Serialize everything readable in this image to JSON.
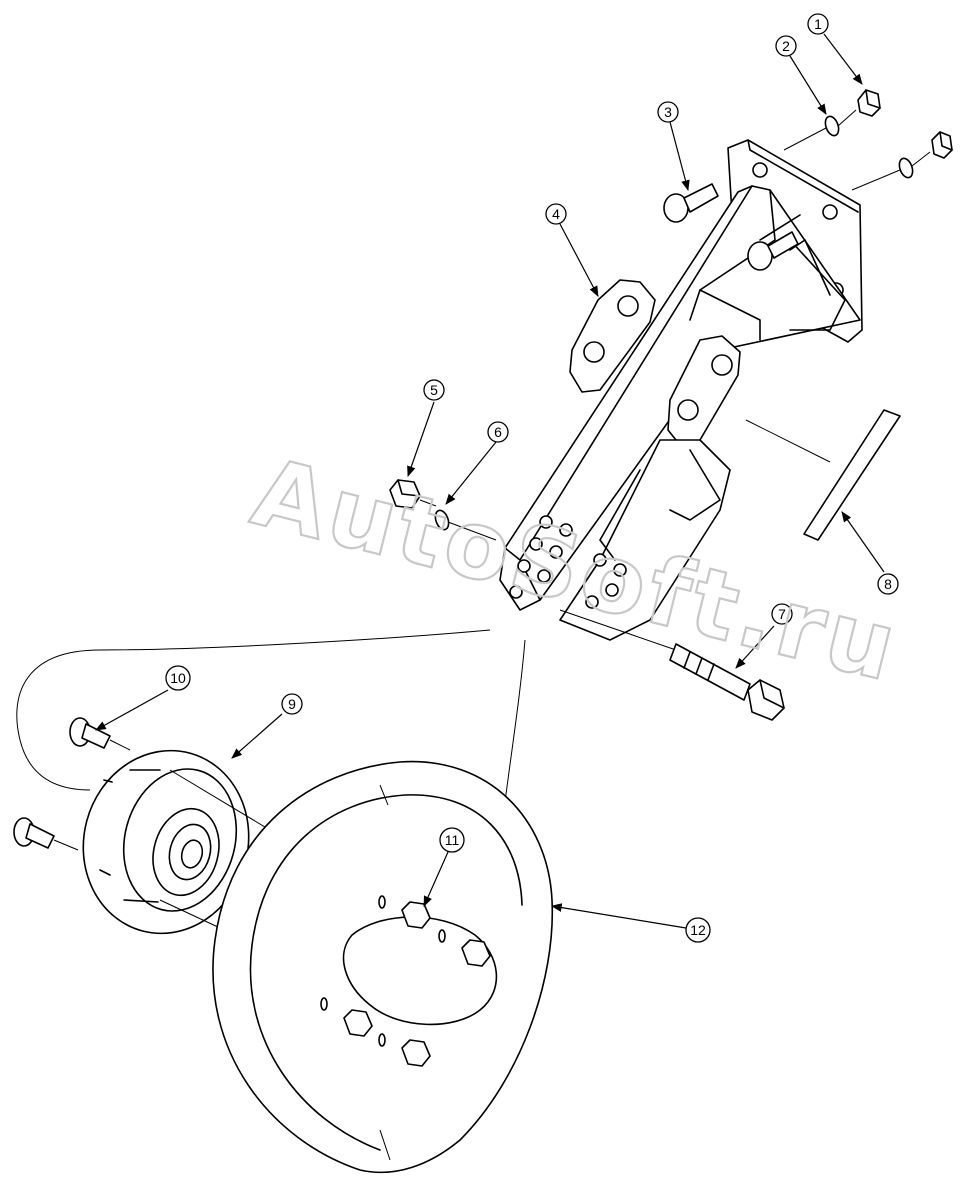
{
  "watermark": "AutoSoft.ru",
  "callouts": [
    {
      "id": "1",
      "label": "1"
    },
    {
      "id": "2",
      "label": "2"
    },
    {
      "id": "3",
      "label": "3"
    },
    {
      "id": "4",
      "label": "4"
    },
    {
      "id": "5",
      "label": "5"
    },
    {
      "id": "6",
      "label": "6"
    },
    {
      "id": "7",
      "label": "7"
    },
    {
      "id": "8",
      "label": "8"
    },
    {
      "id": "9",
      "label": "9"
    },
    {
      "id": "10",
      "label": "10"
    },
    {
      "id": "11",
      "label": "11"
    },
    {
      "id": "12",
      "label": "12"
    }
  ]
}
